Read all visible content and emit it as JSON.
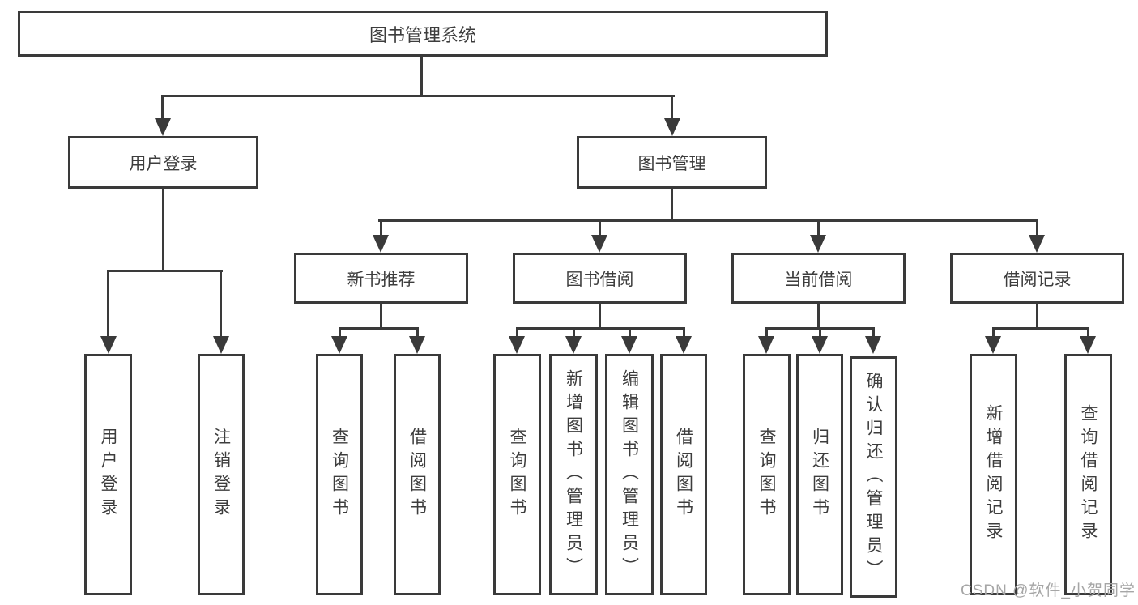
{
  "title": "图书管理系统",
  "watermark": "CSDN @软件_小贺同学",
  "colors": {
    "line": "#3a3a3a",
    "box_border": "#3a3a3a",
    "text": "#3d3d3d",
    "background": "#ffffff",
    "watermark": "#a6a6a6"
  },
  "tree": {
    "root": "图书管理系统",
    "branches": [
      {
        "label": "用户登录",
        "leaves": [
          "用户登录",
          "注销登录"
        ]
      },
      {
        "label": "图书管理",
        "groups": [
          {
            "label": "新书推荐",
            "leaves": [
              "查询图书",
              "借阅图书"
            ]
          },
          {
            "label": "图书借阅",
            "leaves": [
              "查询图书",
              "新增图书（管理员）",
              "编辑图书（管理员）",
              "借阅图书"
            ]
          },
          {
            "label": "当前借阅",
            "leaves": [
              "查询图书",
              "归还图书",
              "确认归还（管理员）"
            ]
          },
          {
            "label": "借阅记录",
            "leaves": [
              "新增借阅记录",
              "查询借阅记录"
            ]
          }
        ]
      }
    ]
  }
}
